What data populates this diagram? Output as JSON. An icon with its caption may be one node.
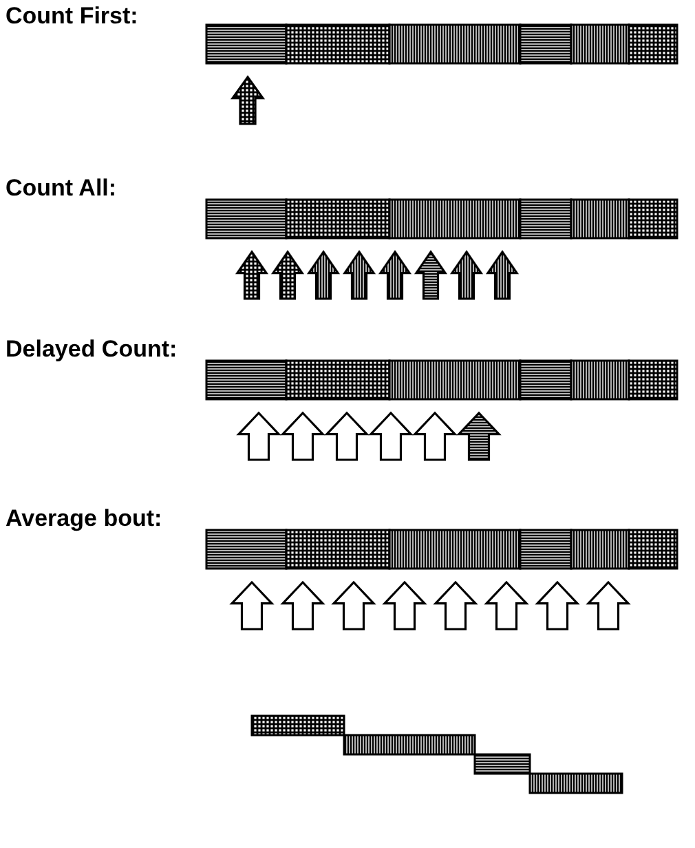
{
  "diagram": {
    "labels": [
      "Count First:",
      "Count All:",
      "Delayed Count:",
      "Average bout:"
    ]
  }
}
